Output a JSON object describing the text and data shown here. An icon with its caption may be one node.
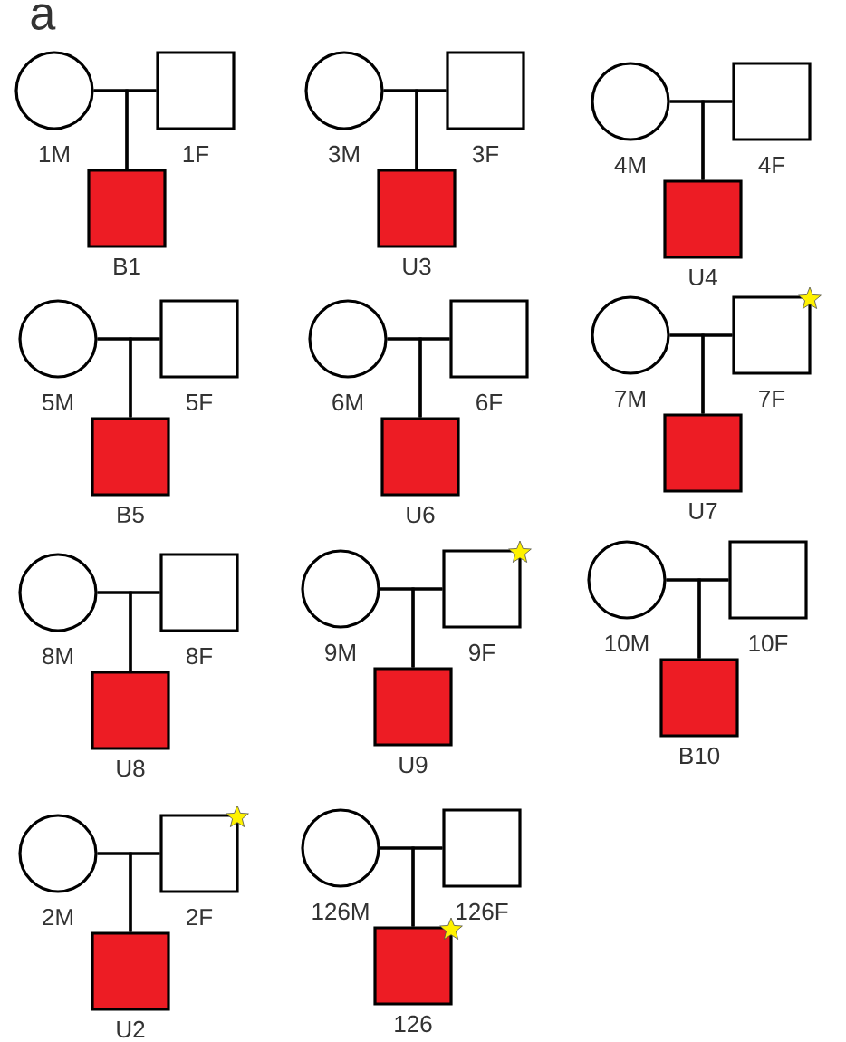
{
  "diagram": {
    "nodes": [
      {
        "text": [],
        "shape": "circle",
        "beside": [
          "1M"
        ]
      },
      {
        "text": [],
        "shape": "box",
        "beside": [
          "1F"
        ]
      },
      {
        "text": [],
        "shape": "box",
        "beside": [
          "B1"
        ]
      },
      {
        "text": [],
        "shape": "circle",
        "beside": [
          "3M"
        ]
      },
      {
        "text": [],
        "shape": "box",
        "beside": [
          "3F"
        ]
      },
      {
        "text": [],
        "shape": "box",
        "beside": [
          "U3"
        ]
      },
      {
        "text": [],
        "shape": "circle",
        "beside": [
          "4M"
        ]
      },
      {
        "text": [],
        "shape": "box",
        "beside": [
          "4F"
        ]
      },
      {
        "text": [],
        "shape": "box",
        "beside": [
          "U4"
        ]
      },
      {
        "text": [],
        "shape": "circle",
        "beside": [
          "5M"
        ]
      },
      {
        "text": [],
        "shape": "box",
        "beside": [
          "5F"
        ]
      },
      {
        "text": [],
        "shape": "box",
        "beside": [
          "B5"
        ]
      },
      {
        "text": [],
        "shape": "circle",
        "beside": [
          "6M"
        ]
      },
      {
        "text": [],
        "shape": "box",
        "beside": [
          "6F"
        ]
      },
      {
        "text": [],
        "shape": "box",
        "beside": [
          "U6"
        ]
      },
      {
        "text": [],
        "shape": "circle",
        "beside": [
          "7M"
        ]
      },
      {
        "text": [],
        "shape": "box",
        "beside": [
          "7F"
        ]
      },
      {
        "text": [],
        "shape": "box",
        "beside": [
          "U7"
        ]
      },
      {
        "text": [],
        "shape": "circle",
        "beside": [
          "8M"
        ]
      },
      {
        "text": [],
        "shape": "box",
        "beside": [
          "8F"
        ]
      },
      {
        "text": [],
        "shape": "box",
        "beside": [
          "U8"
        ]
      },
      {
        "text": [],
        "shape": "circle",
        "beside": [
          "9M"
        ]
      },
      {
        "text": [],
        "shape": "box",
        "beside": [
          "9F"
        ]
      },
      {
        "text": [],
        "shape": "box",
        "beside": [
          "U9"
        ]
      },
      {
        "text": [],
        "shape": "circle",
        "beside": [
          "10M"
        ]
      },
      {
        "text": [],
        "shape": "box",
        "beside": [
          "10F"
        ]
      },
      {
        "text": [],
        "shape": "box",
        "beside": [
          "B10"
        ]
      },
      {
        "text": [],
        "shape": "circle",
        "beside": [
          "2M"
        ]
      },
      {
        "text": [],
        "shape": "box",
        "beside": [
          "2F"
        ]
      },
      {
        "text": [],
        "shape": "box",
        "beside": [
          "U2"
        ]
      },
      {
        "text": [],
        "shape": "circle",
        "beside": [
          "126M"
        ]
      },
      {
        "text": [],
        "shape": "box",
        "beside": [
          "126F"
        ]
      },
      {
        "text": [],
        "shape": "box",
        "beside": [
          "126"
        ]
      }
    ],
    "edges": [
      {
        "from": 0,
        "to": 1,
        "arrow": "none"
      },
      {
        "from": 0,
        "to": 2,
        "arrow": "none"
      },
      {
        "from": 1,
        "to": 2,
        "arrow": "none"
      },
      {
        "from": 3,
        "to": 4,
        "arrow": "none"
      },
      {
        "from": 3,
        "to": 5,
        "arrow": "none"
      },
      {
        "from": 4,
        "to": 5,
        "arrow": "none"
      },
      {
        "from": 6,
        "to": 7,
        "arrow": "none"
      },
      {
        "from": 6,
        "to": 8,
        "arrow": "none"
      },
      {
        "from": 7,
        "to": 8,
        "arrow": "none"
      },
      {
        "from": 9,
        "to": 10,
        "arrow": "none"
      },
      {
        "from": 9,
        "to": 11,
        "arrow": "none"
      },
      {
        "from": 10,
        "to": 11,
        "arrow": "none"
      },
      {
        "from": 12,
        "to": 13,
        "arrow": "none"
      },
      {
        "from": 12,
        "to": 14,
        "arrow": "none"
      },
      {
        "from": 13,
        "to": 14,
        "arrow": "none"
      },
      {
        "from": 15,
        "to": 16,
        "arrow": "none"
      },
      {
        "from": 15,
        "to": 17,
        "arrow": "none"
      },
      {
        "from": 16,
        "to": 17,
        "arrow": "none"
      },
      {
        "from": 18,
        "to": 19,
        "arrow": "none"
      },
      {
        "from": 18,
        "to": 20,
        "arrow": "none"
      },
      {
        "from": 19,
        "to": 20,
        "arrow": "none"
      },
      {
        "from": 21,
        "to": 22,
        "arrow": "none"
      },
      {
        "from": 21,
        "to": 23,
        "arrow": "none"
      },
      {
        "from": 22,
        "to": 23,
        "arrow": "none"
      },
      {
        "from": 24,
        "to": 25,
        "arrow": "none"
      },
      {
        "from": 24,
        "to": 26,
        "arrow": "none"
      },
      {
        "from": 25,
        "to": 26,
        "arrow": "none"
      },
      {
        "from": 27,
        "to": 28,
        "arrow": "none"
      },
      {
        "from": 27,
        "to": 29,
        "arrow": "none"
      },
      {
        "from": 28,
        "to": 29,
        "arrow": "none"
      },
      {
        "from": 30,
        "to": 31,
        "arrow": "none"
      },
      {
        "from": 30,
        "to": 32,
        "arrow": "none"
      },
      {
        "from": 31,
        "to": 32,
        "arrow": "none"
      }
    ],
    "labels": [
      "a"
    ]
  }
}
